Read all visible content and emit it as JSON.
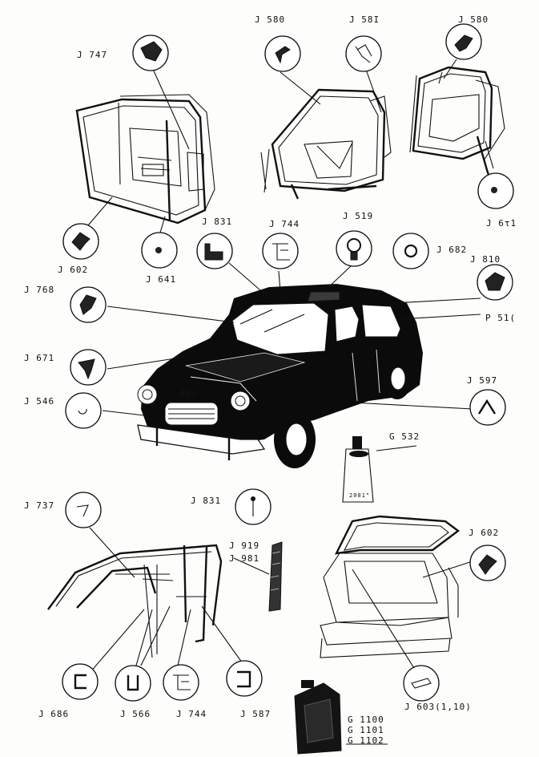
{
  "labels": {
    "j747": "J 747",
    "j580a": "J 580",
    "j581": "J 58I",
    "j580b": "J 580",
    "j641a": "J 641",
    "j641b": "J 6τ1",
    "j602a": "J 602",
    "j831a": "J 831",
    "j744a": "J 744",
    "j519": "J 519",
    "j682": "J 682",
    "j810": "J 810",
    "p510": "P 51(",
    "j768": "J 768",
    "j671": "J 671",
    "j546": "J 546",
    "j597": "J 597",
    "g532": "G 532",
    "j737": "J 737",
    "j831b": "J 831",
    "j919": "J 919",
    "j981": "J 981",
    "j602b": "J 602",
    "j686": "J 686",
    "j566": "J 566",
    "j744b": "J 744",
    "j587": "J 587",
    "j603": "J 603(1,10)",
    "g1100": "G 1100",
    "g1101": "G 1101",
    "g1102": "G 1102",
    "tube_text": "2001\"",
    "car_badge": "403"
  }
}
